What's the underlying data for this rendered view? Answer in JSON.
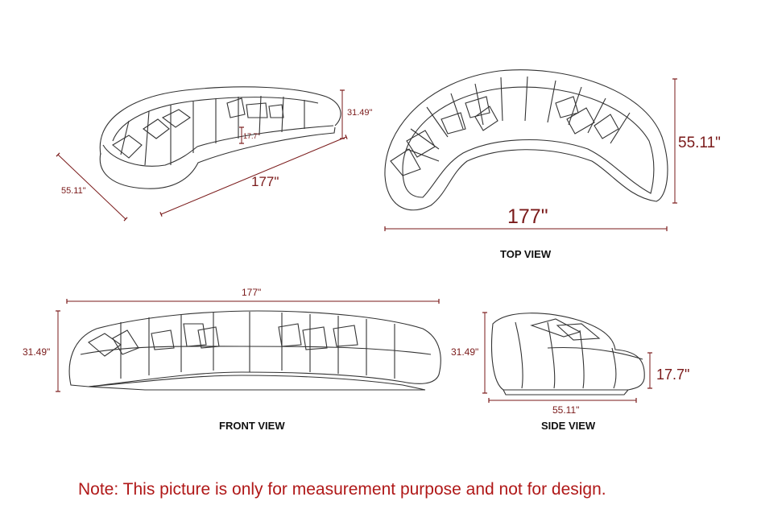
{
  "dimensions": {
    "length": "177\"",
    "depth": "55.11\"",
    "height": "31.49\"",
    "seat_height": "17.7\""
  },
  "perspective_view": {
    "seat_height_label": "17.7\""
  },
  "captions": {
    "top": "TOP VIEW",
    "front": "FRONT VIEW",
    "side": "SIDE VIEW"
  },
  "note": "Note: This picture is only for measurement purpose and not for design.",
  "colors": {
    "dimension_line": "#7a1a1a",
    "note_text": "#b01818",
    "drawing_line": "#333333"
  }
}
